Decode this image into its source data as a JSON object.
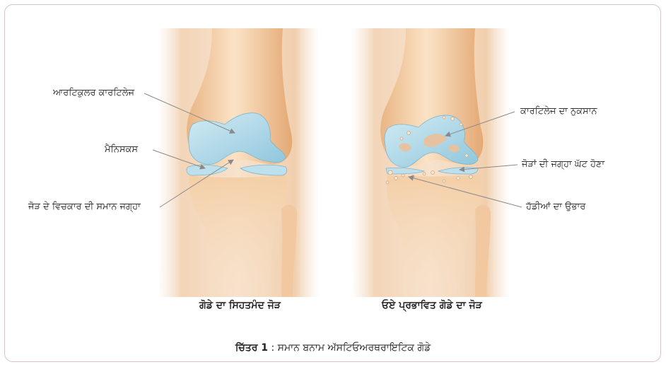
{
  "labels": {
    "articular_cartilage": "ਆਰਟਿਕੁਲਰ ਕਾਰਟਿਲੇਜ",
    "meniscus": "ਮੈਨਿਸਕਸ",
    "joint_space": "ਜੋੜ ਦੇ ਵਿਚਕਾਰ ਦੀ ਸਮਾਨ ਜਗ੍ਹਾ",
    "cartilage_loss": "ਕਾਰਟਿਲੇਜ ਦਾ ਨੁਕਸਾਨ",
    "reduced_joint_space": "ਜੋੜਾਂ ਦੀ ਜਗ੍ਹਾ ਘੱਟ ਹੋਣਾ",
    "bone_spurs": "ਹੱਡੀਆਂ ਦਾ ਉਭਾਰ"
  },
  "captions": {
    "healthy": "ਗੋਡੇ ਦਾ ਸਿਹਤਮੰਦ ਜੋੜ",
    "affected": "ਓਏ ਪ੍ਰਭਾਵਿਤ ਗੋਡੇ ਦਾ ਜੋੜ"
  },
  "figure": {
    "number": "ਚਿੱਤਰ 1",
    "separator": " : ",
    "title": "ਸਮਾਨ ਬਨਾਮ ਅੱਸਟਿਓਅਰਥਰਾਇਟਿਕ ਗੋਡੇ"
  },
  "colors": {
    "border": "#d9c3c7",
    "skin": "#f3d9bf",
    "bone": "#f2c79a",
    "cartilage": "#a9d5e6",
    "leader": "#8a8a8a"
  }
}
